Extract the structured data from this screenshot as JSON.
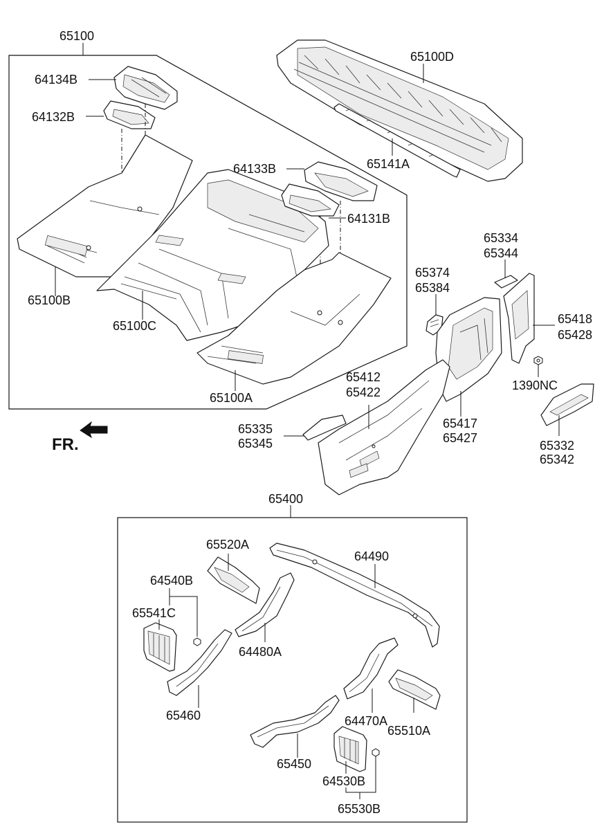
{
  "labels": {
    "l65100": "65100",
    "l64134B": "64134B",
    "l64132B": "64132B",
    "l65100D": "65100D",
    "l65141A": "65141A",
    "l64133B": "64133B",
    "l64131B": "64131B",
    "l65100B": "65100B",
    "l65100C": "65100C",
    "l65100A": "65100A",
    "l65334": "65334",
    "l65344": "65344",
    "l65374": "65374",
    "l65384": "65384",
    "l65418": "65418",
    "l65428": "65428",
    "l1390NC": "1390NC",
    "l65412": "65412",
    "l65422": "65422",
    "l65417": "65417",
    "l65427": "65427",
    "l65335": "65335",
    "l65345": "65345",
    "l65332": "65332",
    "l65342": "65342",
    "l65400": "65400",
    "l65520A": "65520A",
    "l64490": "64490",
    "l64540B": "64540B",
    "l65541C": "65541C",
    "l64480A": "64480A",
    "l65460": "65460",
    "l64470A": "64470A",
    "l65510A": "65510A",
    "l65450": "65450",
    "l64530B": "64530B",
    "l65530B": "65530B"
  },
  "fr_label": "FR."
}
